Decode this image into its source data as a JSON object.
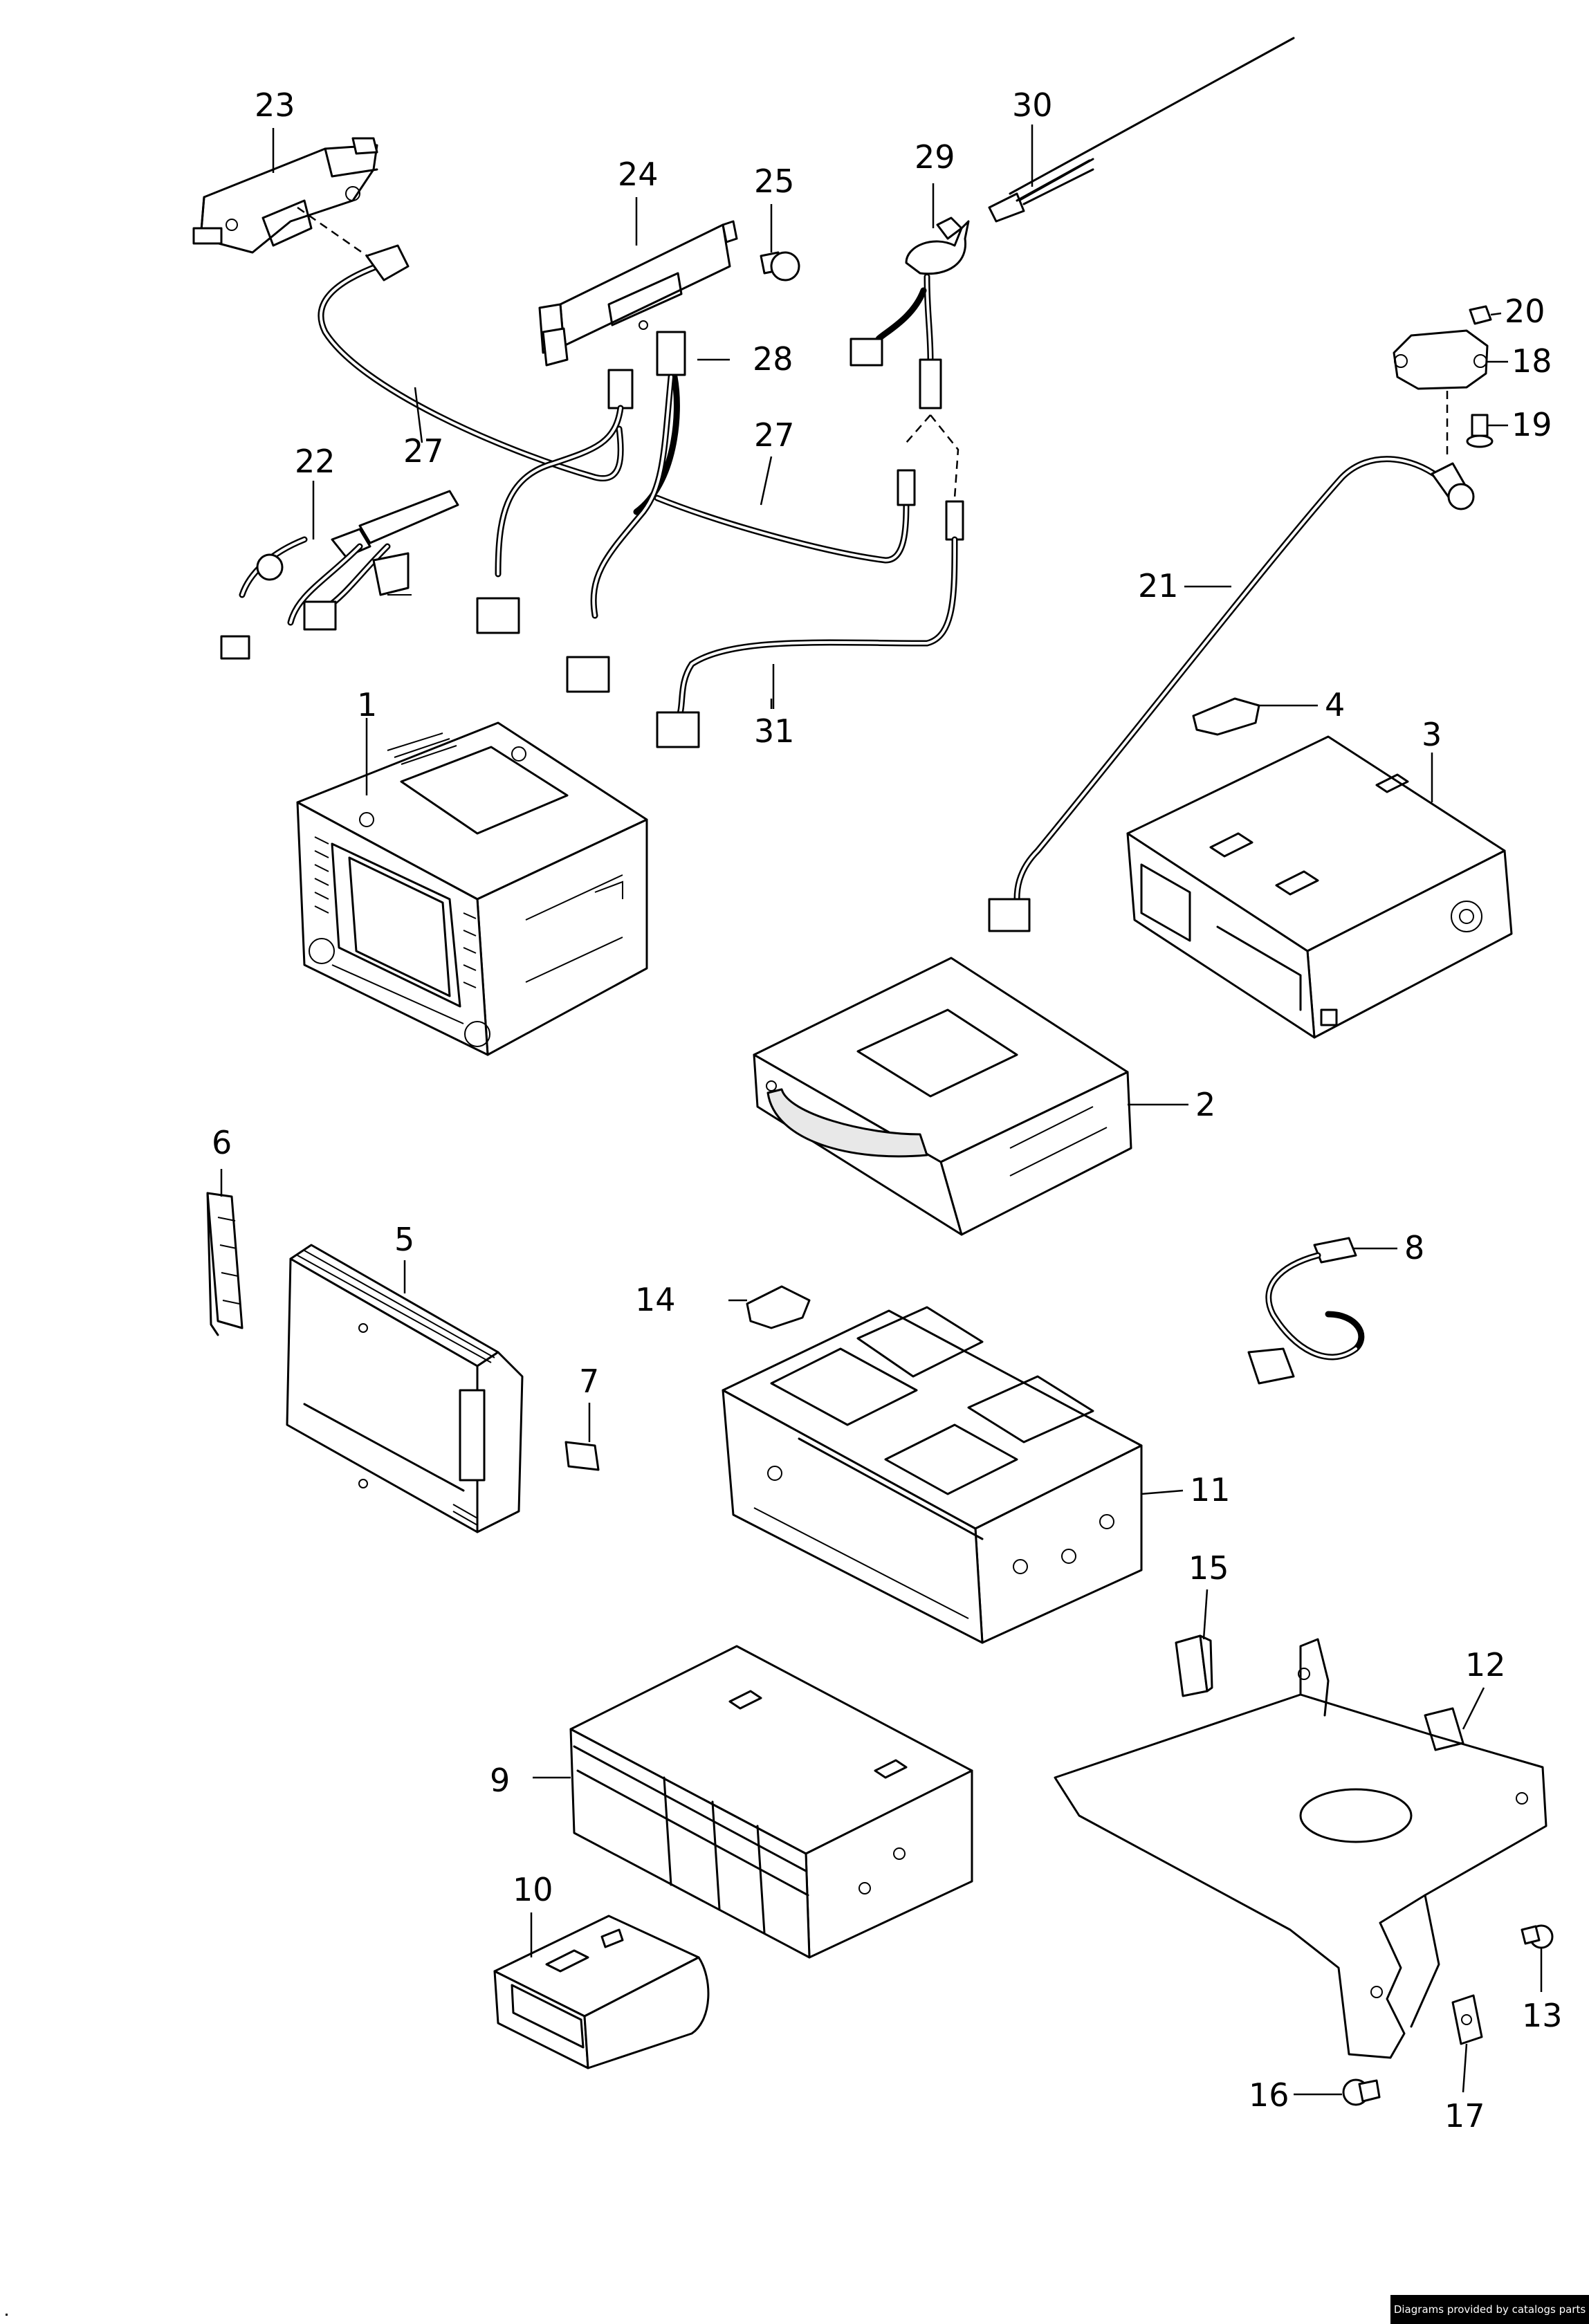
{
  "callouts": [
    "1",
    "2",
    "3",
    "4",
    "5",
    "6",
    "7",
    "8",
    "9",
    "10",
    "11",
    "12",
    "13",
    "14",
    "15",
    "16",
    "17",
    "18",
    "19",
    "20",
    "21",
    "22",
    "23",
    "24",
    "25",
    "27",
    "28",
    "29",
    "30",
    "31"
  ],
  "credit": "Diagrams provided by catalogs parts"
}
